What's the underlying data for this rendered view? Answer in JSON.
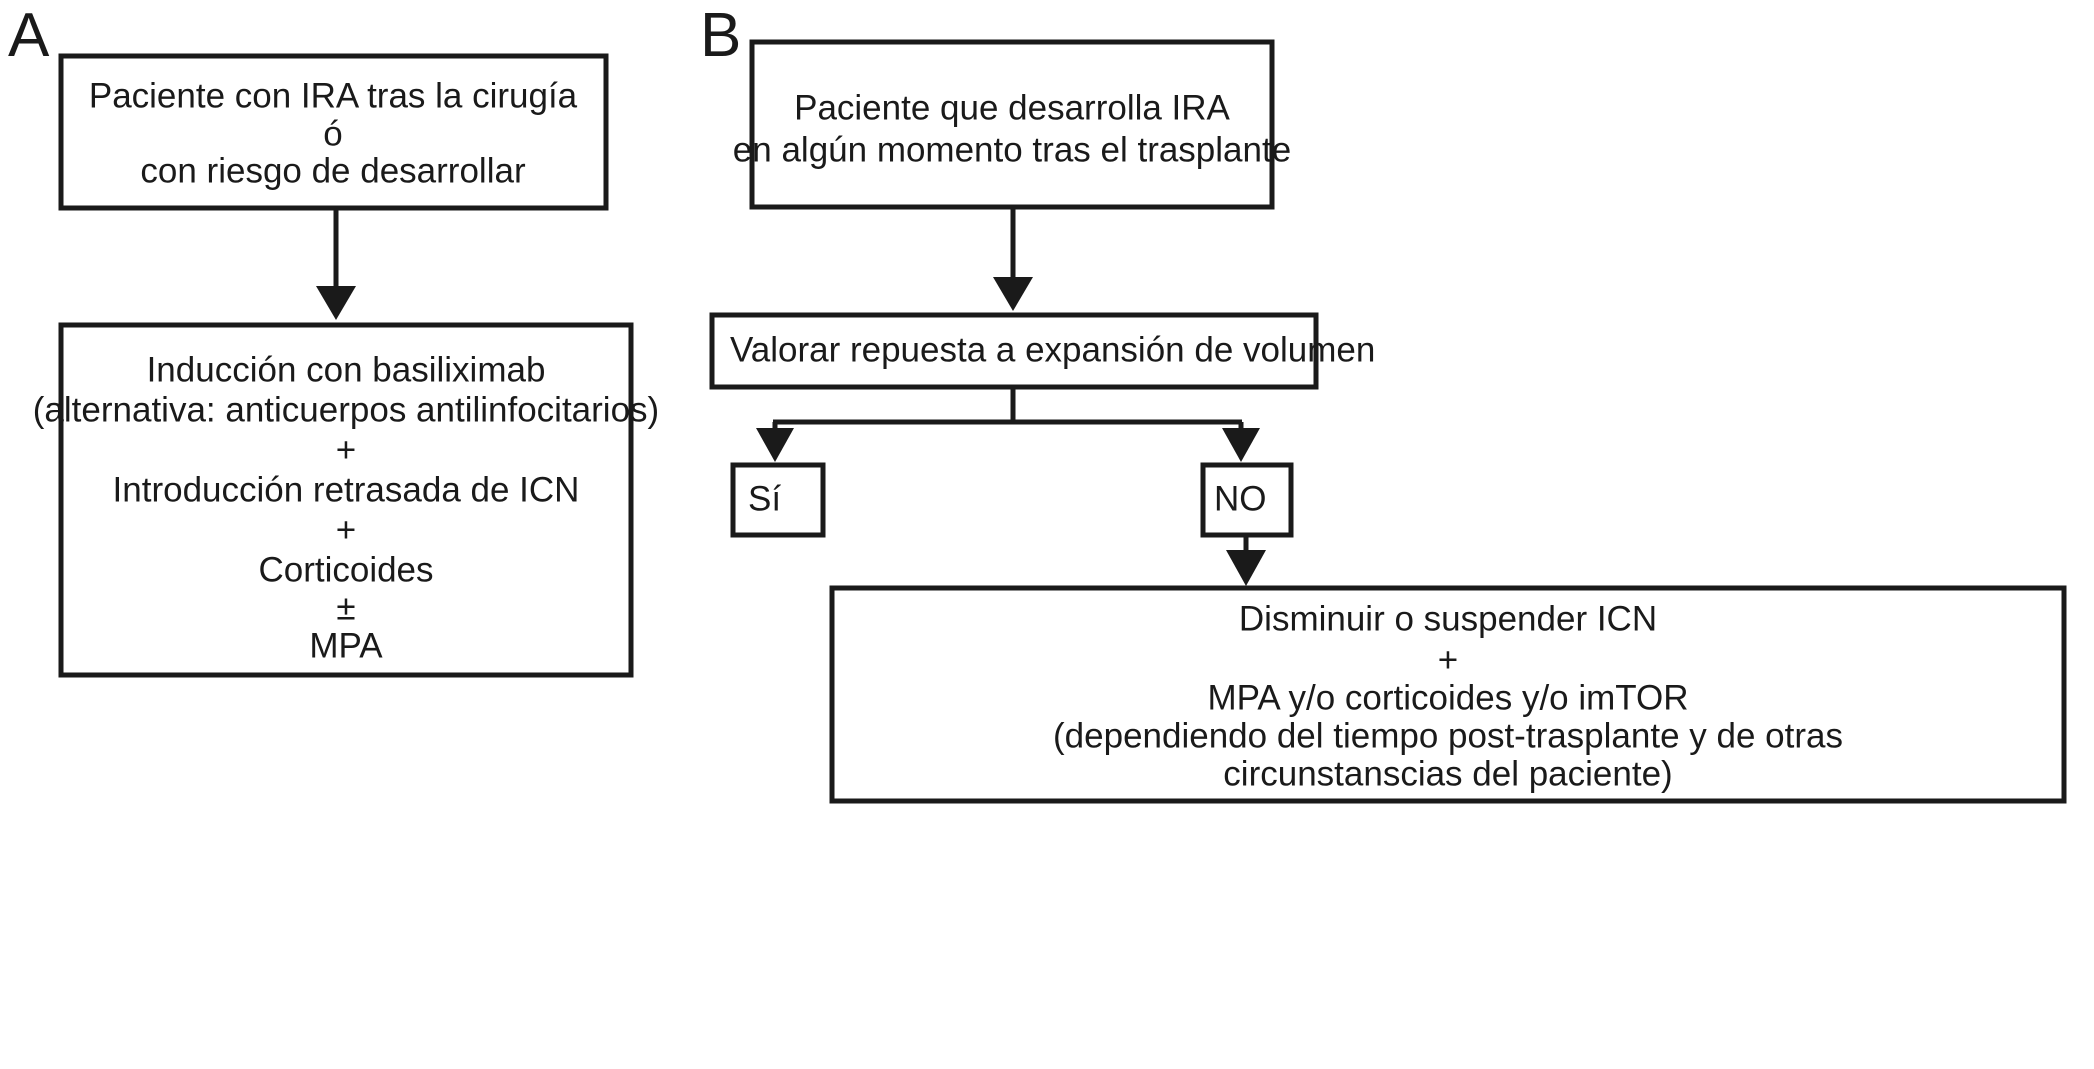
{
  "figure": {
    "title": "Algoritmo de manejo de la insuficiencia renal aguda (IRA) en el trasplante",
    "background_color": "#ffffff",
    "line_color": "#1a1a1a",
    "text_color": "#1a1a1a"
  },
  "panels": [
    {
      "id": "A",
      "letter": "A",
      "nodes": [
        {
          "id": "a-node-1",
          "name": "patient-risk-box",
          "lines": [
            "Paciente con IRA tras la cirugía",
            "ó",
            "con riesgo de desarrollar"
          ]
        },
        {
          "id": "a-node-2",
          "name": "induction-protocol-box",
          "lines": [
            "Inducción con basiliximab",
            "(alternativa: anticuerpos antilinfocitarios)",
            "+",
            "Introducción retrasada de ICN",
            "+",
            "Corticoides",
            "±",
            "MPA"
          ]
        }
      ],
      "connectors": [
        {
          "name": "arrow-a-1-to-2",
          "from": "a-node-1",
          "to": "a-node-2",
          "type": "straight-down",
          "label": ""
        }
      ]
    },
    {
      "id": "B",
      "letter": "B",
      "nodes": [
        {
          "id": "b-node-1",
          "name": "patient-develops-ira-box",
          "lines": [
            "Paciente que desarrolla IRA",
            "en algún momento tras el trasplante"
          ]
        },
        {
          "id": "b-node-2",
          "name": "assess-volume-response-box",
          "lines": [
            "Valorar repuesta a expansión de volumen"
          ]
        },
        {
          "id": "b-node-yes",
          "name": "decision-yes-box",
          "lines": [
            "Sí"
          ]
        },
        {
          "id": "b-node-no",
          "name": "decision-no-box",
          "lines": [
            "NO"
          ]
        },
        {
          "id": "b-node-3",
          "name": "reduce-icn-treatment-box",
          "lines": [
            "Disminuir o suspender ICN",
            "+",
            "MPA y/o corticoides y/o imTOR",
            "(dependiendo del tiempo post-trasplante y de otras",
            "circunstanscias del paciente)"
          ]
        }
      ],
      "connectors": [
        {
          "name": "arrow-b-1-to-2",
          "from": "b-node-1",
          "to": "b-node-2",
          "type": "straight-down",
          "label": ""
        },
        {
          "name": "branch-b-2-to-yes",
          "from": "b-node-2",
          "to": "b-node-yes",
          "type": "branch-left",
          "label": ""
        },
        {
          "name": "branch-b-2-to-no",
          "from": "b-node-2",
          "to": "b-node-no",
          "type": "branch-right",
          "label": ""
        },
        {
          "name": "arrow-b-no-to-3",
          "from": "b-node-no",
          "to": "b-node-3",
          "type": "straight-down",
          "label": ""
        }
      ]
    }
  ]
}
